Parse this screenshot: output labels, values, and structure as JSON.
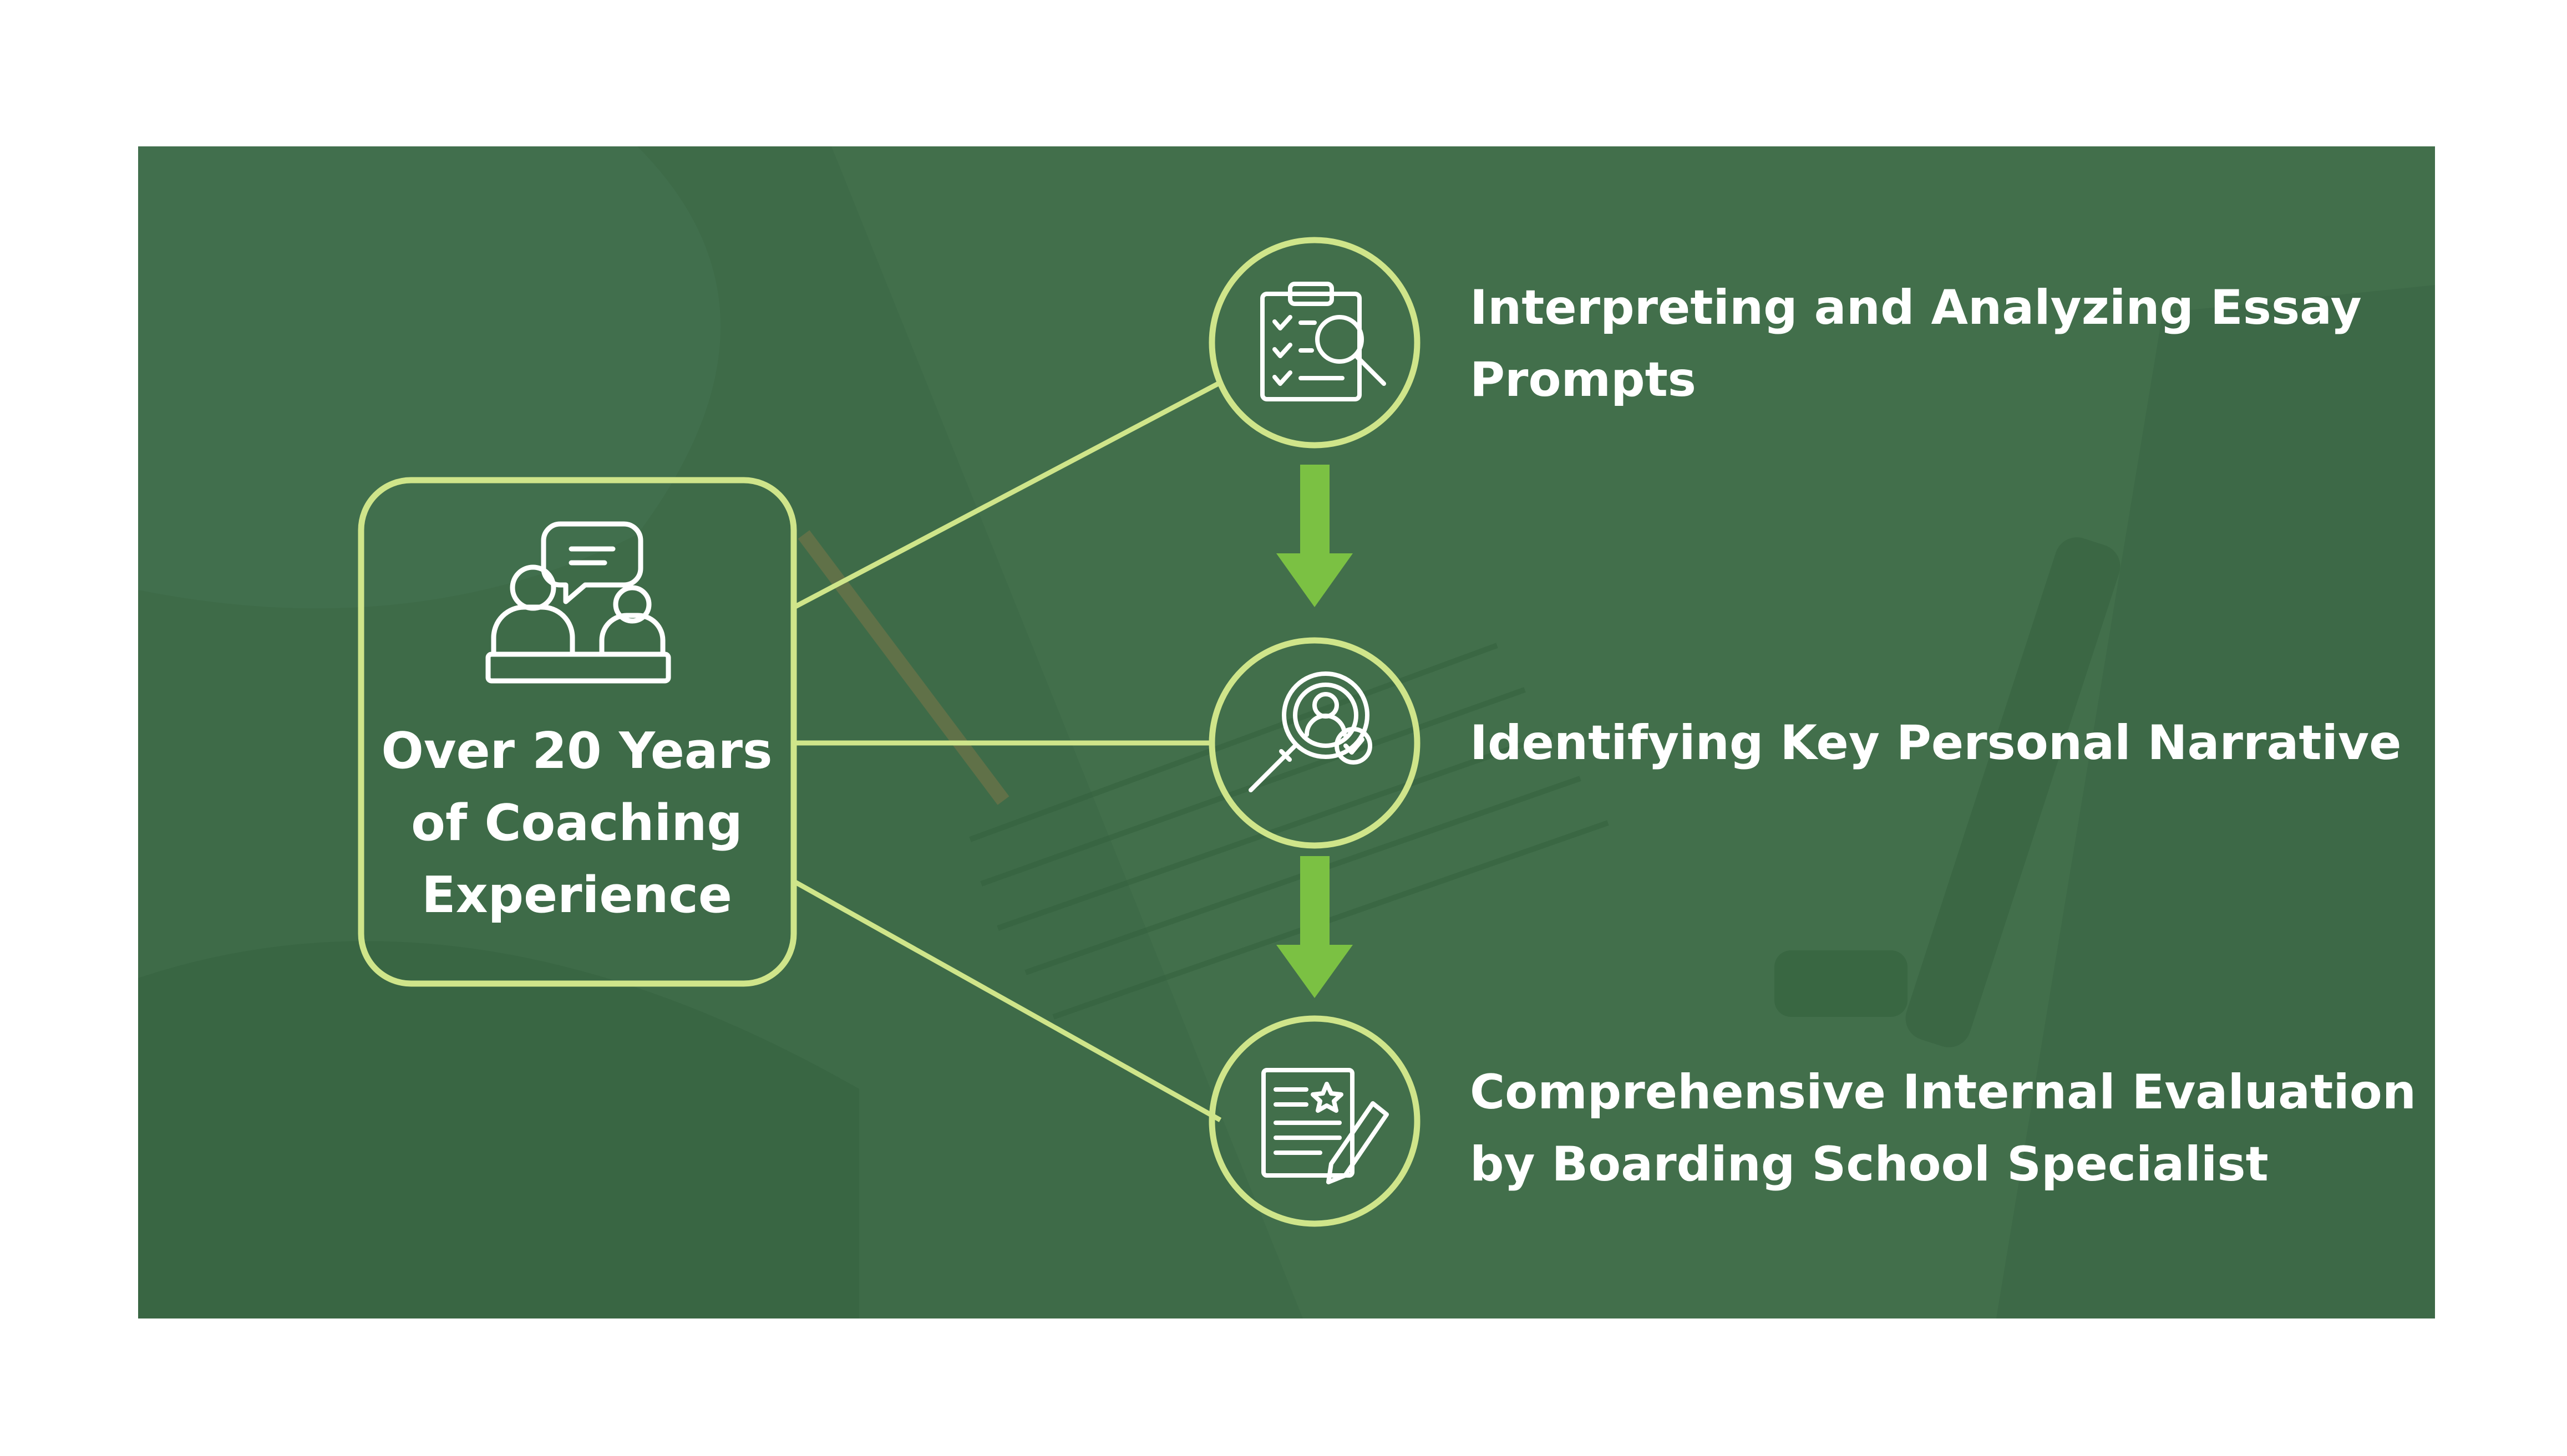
{
  "colors": {
    "page_background": "#ffffff",
    "panel_green": "#3e6b48",
    "outline_lime": "#cfe58a",
    "arrow_green": "#7bc143",
    "text": "#ffffff"
  },
  "hub": {
    "icon": "coaching-conversation-icon",
    "label_lines": [
      "Over 20 Years",
      "of Coaching",
      "Experience"
    ]
  },
  "steps": [
    {
      "icon": "clipboard-magnifier-icon",
      "label_lines": [
        "Interpreting and Analyzing Essay",
        "Prompts"
      ]
    },
    {
      "icon": "person-search-icon",
      "label_lines": [
        "Identifying Key Personal Narrative"
      ]
    },
    {
      "icon": "document-star-pencil-icon",
      "label_lines": [
        "Comprehensive Internal Evaluation",
        "by Boarding School Specialist"
      ]
    }
  ]
}
